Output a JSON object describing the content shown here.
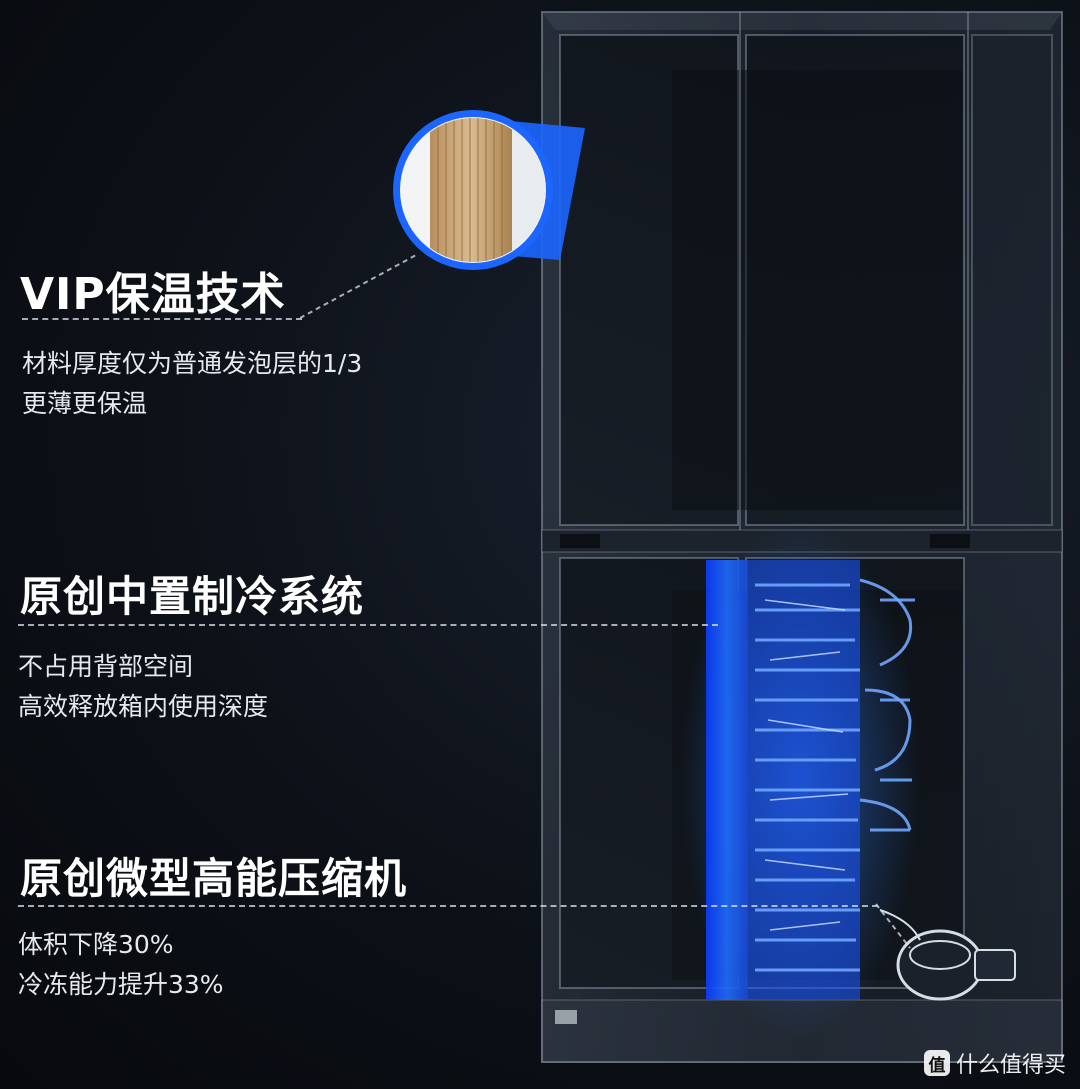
{
  "features": [
    {
      "title": "VIP保温技术",
      "lines": [
        "材料厚度仅为普通发泡层的1/3",
        "更薄更保温"
      ]
    },
    {
      "title": "原创中置制冷系统",
      "lines": [
        "不占用背部空间",
        "高效释放箱内使用深度"
      ]
    },
    {
      "title": "原创微型高能压缩机",
      "lines": [
        "体积下降30%",
        "冷冻能力提升33%"
      ]
    }
  ],
  "watermark": {
    "badge": "值",
    "text": "什么值得买"
  },
  "colors": {
    "background": "#0d1118",
    "accent_blue": "#1e6bff",
    "insulation_tan": "#c9a77a"
  }
}
